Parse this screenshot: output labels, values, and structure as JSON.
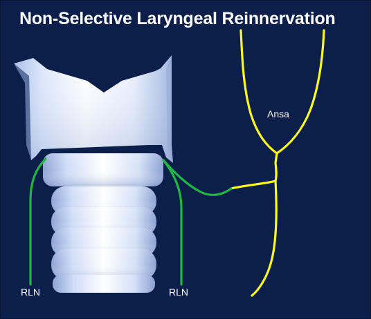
{
  "slide": {
    "title": "Non-Selective Laryngeal Reinnervation",
    "labels": {
      "ansa": "Ansa",
      "rln_left": "RLN",
      "rln_right": "RLN"
    }
  },
  "colors": {
    "background": "#0c1f4a",
    "ansa_nerve": "#ffff1a",
    "rln_nerve": "#1fb845",
    "cartilage": "#eef4ff",
    "text": "#ffffff"
  }
}
